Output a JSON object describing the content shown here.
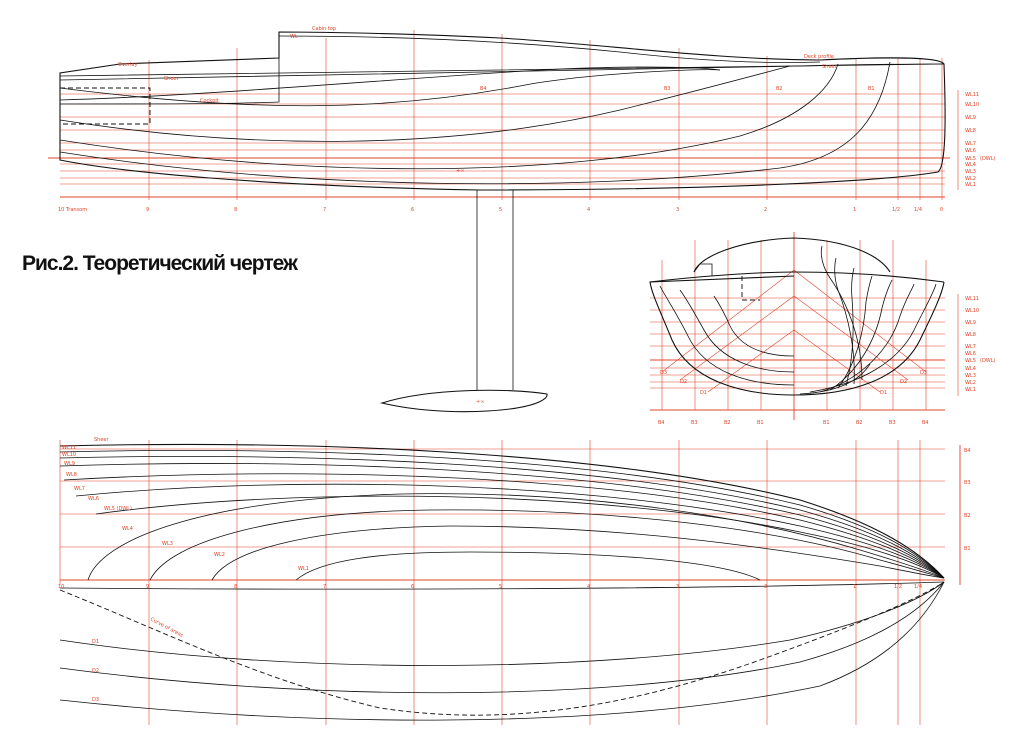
{
  "caption": "Рис.2. Теоретический чертеж",
  "profile": {
    "callouts": [
      "Cabin top",
      "Overlay",
      "Sheer",
      "Cockpit",
      "Deck profile",
      "Sheer",
      "B4",
      "B3",
      "B2",
      "B1",
      "WL"
    ],
    "stations": [
      "10 Transom",
      "9",
      "8",
      "7",
      "6",
      "5",
      "4",
      "3",
      "2",
      "1",
      "1/2",
      "1/4",
      "0"
    ],
    "waterlines": [
      "WL11",
      "WL10",
      "WL9",
      "WL8",
      "WL7",
      "WL6",
      "WL5",
      "WL4",
      "WL3",
      "WL2",
      "WL1"
    ],
    "dwl_label": "(DWL)"
  },
  "body_plan": {
    "buttock_labels_left": [
      "B4",
      "B3",
      "B2",
      "B1"
    ],
    "buttock_labels_right": [
      "B1",
      "B2",
      "B3",
      "B4"
    ],
    "diagonals": [
      "D1",
      "D2",
      "D3"
    ],
    "waterlines": [
      "WL11",
      "WL10",
      "WL9",
      "WL8",
      "WL7",
      "WL6",
      "WL5",
      "WL4",
      "WL3",
      "WL2",
      "WL1"
    ],
    "dwl_label": "(DWL)"
  },
  "half_breadth": {
    "callouts": [
      "Sheer",
      "WL11",
      "WL10",
      "WL9",
      "WL8",
      "WL7",
      "WL6",
      "WL5 (DWL)",
      "WL4",
      "WL3",
      "WL2",
      "WL1"
    ],
    "stations": [
      "10",
      "9",
      "8",
      "7",
      "6",
      "5",
      "4",
      "3",
      "2",
      "1",
      "1/2",
      "1/4"
    ],
    "buttocks": [
      "B4",
      "B3",
      "B2",
      "B1"
    ],
    "lower": [
      "Curve of areas",
      "D1",
      "D2",
      "D3"
    ]
  },
  "colors": {
    "line": "#111111",
    "grid": "#e2452b",
    "background": "#ffffff"
  }
}
